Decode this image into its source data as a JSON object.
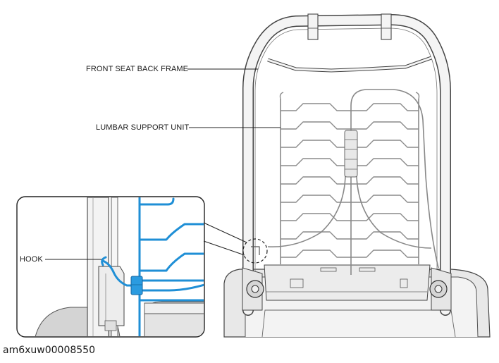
{
  "labels": {
    "front_seat_back_frame": "FRONT SEAT BACK FRAME",
    "lumbar_support_unit": "LUMBAR SUPPORT UNIT",
    "hook": "HOOK"
  },
  "figure_id": "am6xuw00008550",
  "colors": {
    "line_art": "#4a4a4a",
    "frame_fill": "#f2f2f2",
    "cushion_fill": "#dcdcdc",
    "highlight_blue": "#1f8fd6"
  }
}
